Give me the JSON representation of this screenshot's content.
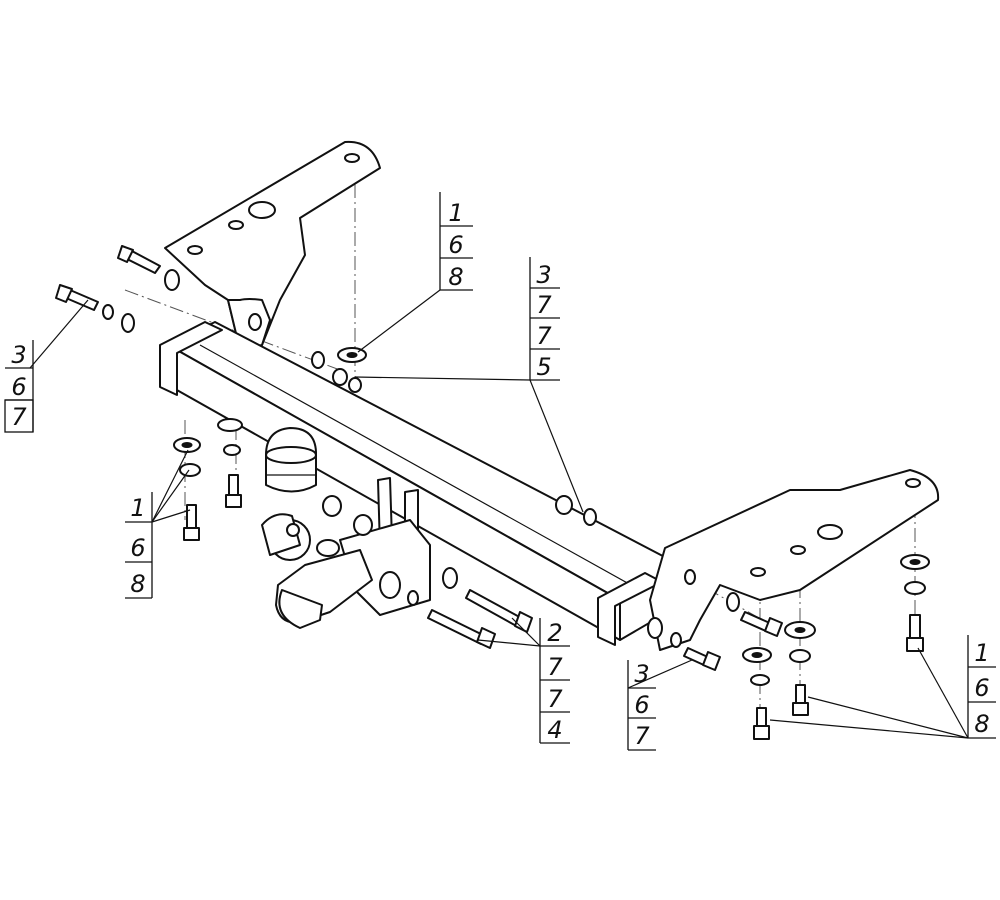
{
  "callouts": [
    {
      "id": "top-center",
      "values": [
        "1",
        "6",
        "8"
      ]
    },
    {
      "id": "top-right",
      "values": [
        "3",
        "7",
        "7",
        "5"
      ]
    },
    {
      "id": "left",
      "values": [
        "3",
        "6",
        "7"
      ]
    },
    {
      "id": "lower-left",
      "values": [
        "1",
        "6",
        "8"
      ]
    },
    {
      "id": "bottom-center",
      "values": [
        "2",
        "7",
        "7",
        "4"
      ]
    },
    {
      "id": "bottom-right-center",
      "values": [
        "3",
        "6",
        "7"
      ]
    },
    {
      "id": "right",
      "values": [
        "1",
        "6",
        "8"
      ]
    }
  ],
  "colors": {
    "line": "#111111",
    "background": "#ffffff",
    "axis": "#555555"
  }
}
